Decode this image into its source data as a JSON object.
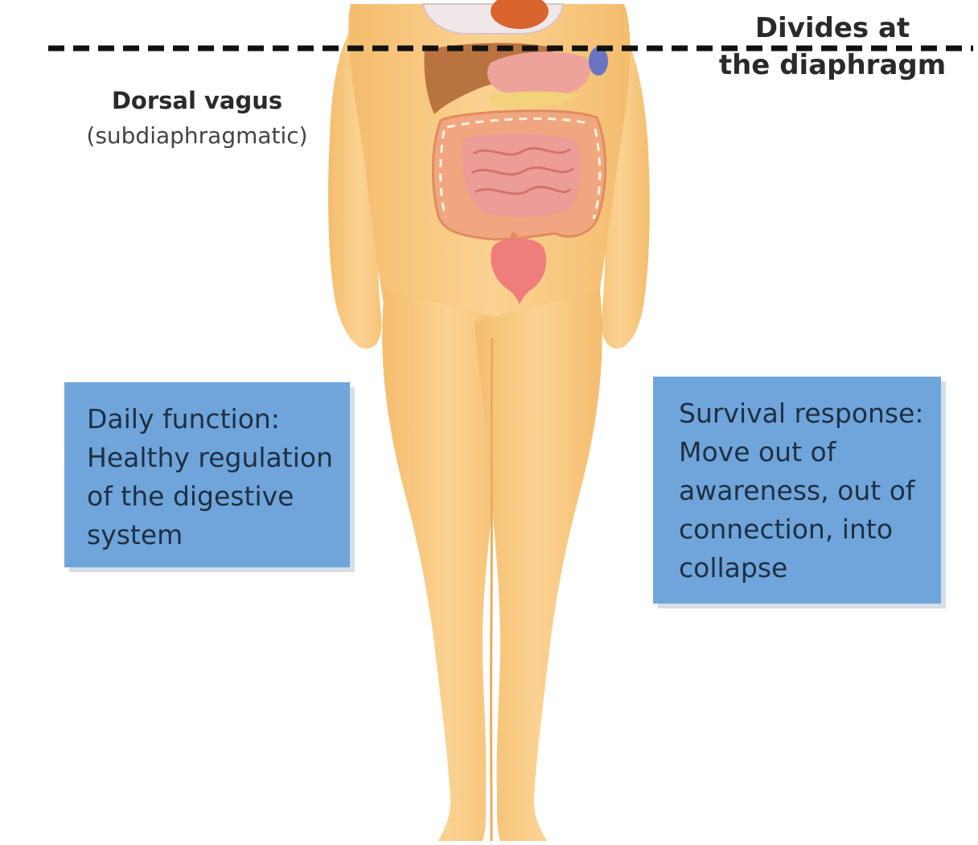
{
  "divider_label": [
    "Divides at",
    "the diaphragm"
  ],
  "nerve_label": {
    "title": "Dorsal vagus",
    "subtitle": "(subdiaphragmatic)"
  },
  "boxes": {
    "daily_function": [
      "Daily function:",
      "Healthy regulation",
      "of the digestive",
      "system"
    ],
    "survival_response": [
      "Survival response:",
      "Move out of",
      "awareness, out of",
      "connection, into",
      "collapse"
    ]
  },
  "colors": {
    "skin": "#f8c980",
    "box_fill": "#6fa5da",
    "liver": "#b9733f",
    "intestines": "#f0a77f",
    "bladder": "#ee7d7c"
  }
}
